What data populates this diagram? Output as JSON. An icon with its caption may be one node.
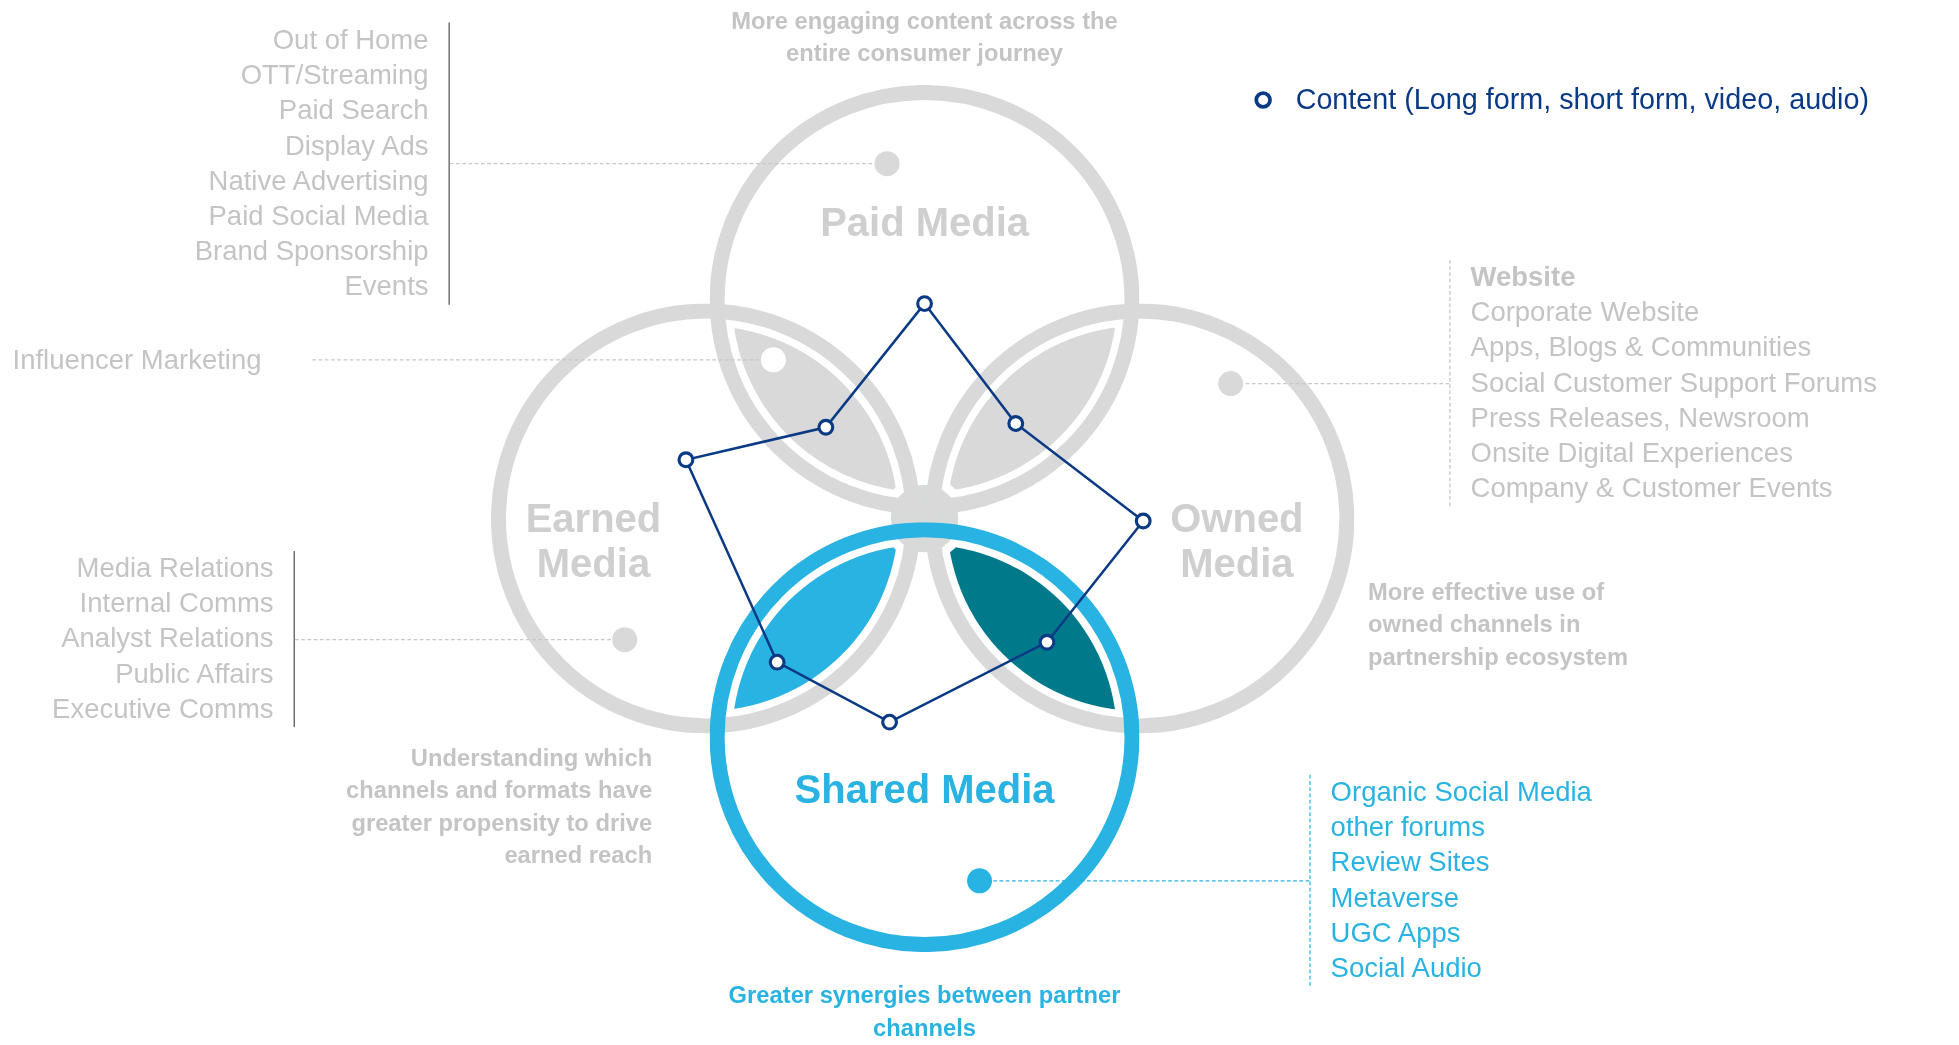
{
  "diagram": {
    "nodes": [
      {
        "text": [
          "Paid Media"
        ],
        "beside": [
          "More engaging content across the entire consumer journey"
        ]
      },
      {
        "text": [
          "Earned Media"
        ],
        "beside": [
          "Understanding which channels and formats have greater propensity to drive earned reach"
        ]
      },
      {
        "text": [
          "Owned Media"
        ],
        "beside": [
          "More effective use of owned channels in partnership ecosystem"
        ]
      },
      {
        "text": [
          "Shared Media"
        ],
        "beside": [
          "Greater synergies between partner channels"
        ]
      },
      {
        "text": [
          "Out of Home",
          "OTT/Streaming",
          "Paid Search",
          "Display Ads",
          "Native Advertising",
          "Paid Social Media",
          "Brand Sponsorship",
          "Events"
        ]
      },
      {
        "text": [],
        "shape": "circle",
        "in": 0
      },
      {
        "text": [
          "Influencer Marketing"
        ]
      },
      {
        "text": [],
        "shape": "circle"
      },
      {
        "text": [
          "Website",
          "Corporate Website",
          "Apps, Blogs & Communities",
          "Social Customer Support Forums",
          "Press Releases, Newsroom",
          "Onsite Digital Experiences",
          "Company & Customer Events"
        ]
      },
      {
        "text": [],
        "shape": "circle",
        "in": 2
      },
      {
        "text": [
          "Media Relations",
          "Internal Comms",
          "Analyst Relations",
          "Public Affairs",
          "Executive Comms"
        ]
      },
      {
        "text": [],
        "shape": "circle",
        "in": 1
      },
      {
        "text": [
          "Organic Social Media",
          "other forums",
          "Review Sites",
          "Metaverse",
          "UGC Apps",
          "Social Audio"
        ]
      },
      {
        "text": [],
        "shape": "circle",
        "in": 3
      }
    ],
    "edges": [
      {
        "from": 4,
        "to": 5,
        "arrow": "none",
        "style": "dashed"
      },
      {
        "from": 6,
        "to": 7,
        "arrow": "none",
        "style": "dashed"
      },
      {
        "from": 8,
        "to": 9,
        "arrow": "none",
        "style": "dashed"
      },
      {
        "from": 10,
        "to": 11,
        "arrow": "none",
        "style": "dashed"
      },
      {
        "from": 12,
        "to": 13,
        "arrow": "none",
        "style": "dashed",
        "color": "#29b3e3"
      }
    ],
    "legend": [
      {
        "text": "Content (Long form, short form, video, audio)"
      }
    ]
  }
}
